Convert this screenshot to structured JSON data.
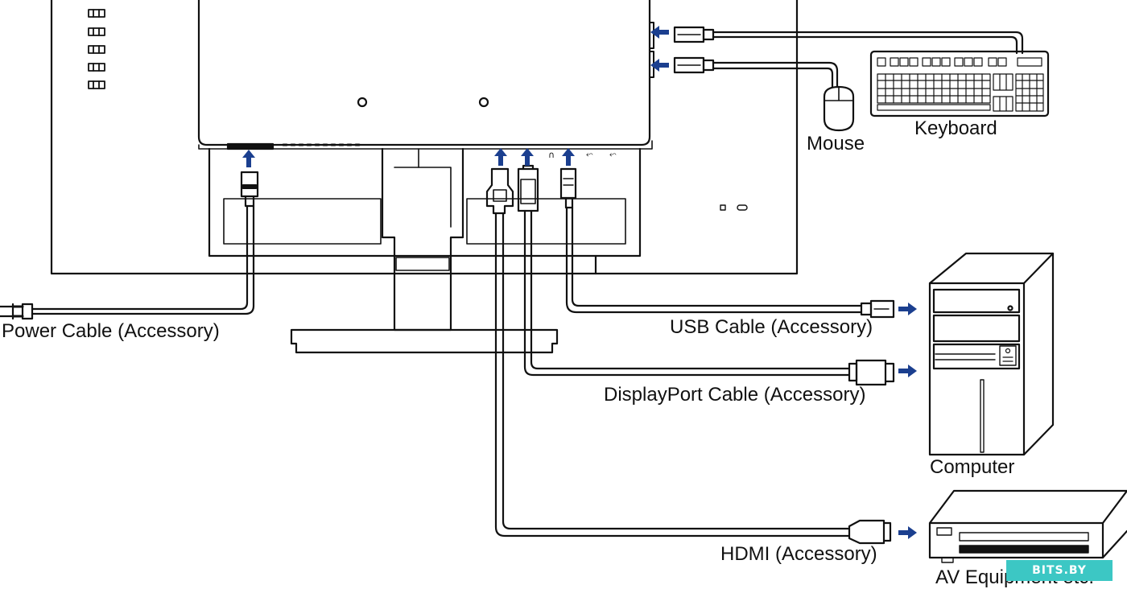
{
  "labels": {
    "power_cable": "Power Cable (Accessory)",
    "usb_cable": "USB Cable (Accessory)",
    "displayport_cable": "DisplayPort Cable (Accessory)",
    "hdmi": "HDMI (Accessory)",
    "keyboard": "Keyboard",
    "mouse": "Mouse",
    "computer": "Computer",
    "av_equipment": "AV Equipment etc."
  },
  "watermark": "BITS.BY",
  "colors": {
    "arrow": "#1b3f8f",
    "line": "#111111",
    "watermark_bg": "#3cc7c4"
  }
}
